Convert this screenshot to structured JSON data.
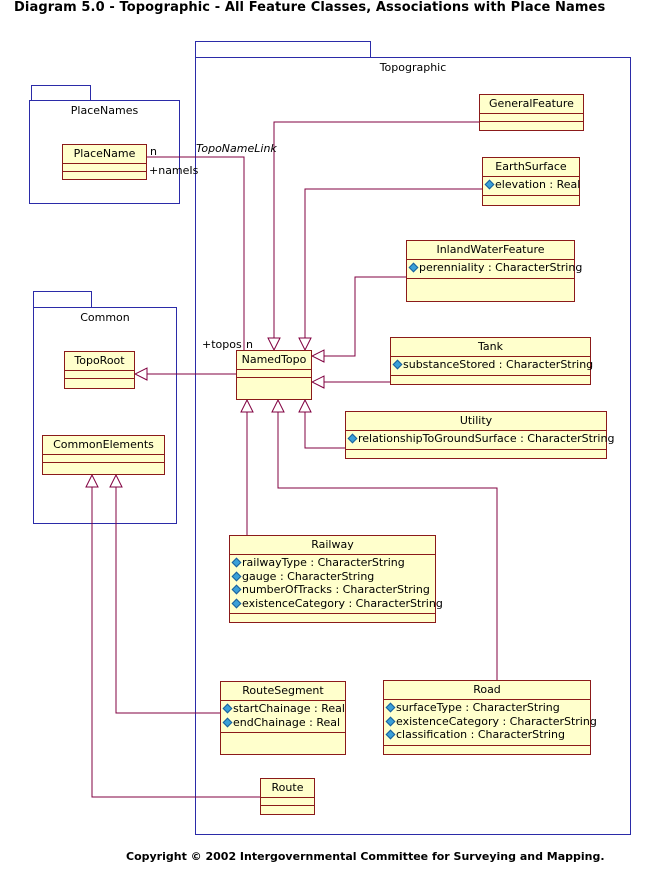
{
  "title": "Diagram 5.0 - Topographic - All Feature Classes, Associations with Place Names",
  "copyright": "Copyright © 2002 Intergovernmental Committee for Surveying and Mapping.",
  "packages": {
    "topographic": "Topographic",
    "placenames": "PlaceNames",
    "common": "Common"
  },
  "classes": {
    "placename": {
      "name": "PlaceName"
    },
    "toporoot": {
      "name": "TopoRoot"
    },
    "commonelements": {
      "name": "CommonElements"
    },
    "namedtopo": {
      "name": "NamedTopo"
    },
    "generalfeature": {
      "name": "GeneralFeature"
    },
    "earthsurface": {
      "name": "EarthSurface",
      "attrs": [
        "elevation : Real"
      ]
    },
    "inlandwater": {
      "name": "InlandWaterFeature",
      "attrs": [
        "perenniality : CharacterString"
      ]
    },
    "tank": {
      "name": "Tank",
      "attrs": [
        "substanceStored : CharacterString"
      ]
    },
    "utility": {
      "name": "Utility",
      "attrs": [
        "relationshipToGroundSurface : CharacterString"
      ]
    },
    "railway": {
      "name": "Railway",
      "attrs": [
        "railwayType : CharacterString",
        "gauge : CharacterString",
        "numberOfTracks : CharacterString",
        "existenceCategory : CharacterString"
      ]
    },
    "routesegment": {
      "name": "RouteSegment",
      "attrs": [
        "startChainage : Real",
        "endChainage : Real"
      ]
    },
    "road": {
      "name": "Road",
      "attrs": [
        "surfaceType : CharacterString",
        "existenceCategory : CharacterString",
        "classification : CharacterString"
      ]
    },
    "route": {
      "name": "Route"
    }
  },
  "labels": {
    "multiplicity_n_placename": "n",
    "role_names": "+nameIs",
    "association_name": "TopoNameLink",
    "role_topos": "+topos",
    "multiplicity_n_topo": "n"
  },
  "colors": {
    "package_border": "#2b2ba8",
    "class_fill": "#ffffcc",
    "class_border": "#8b1a1a",
    "connector": "#800040"
  }
}
